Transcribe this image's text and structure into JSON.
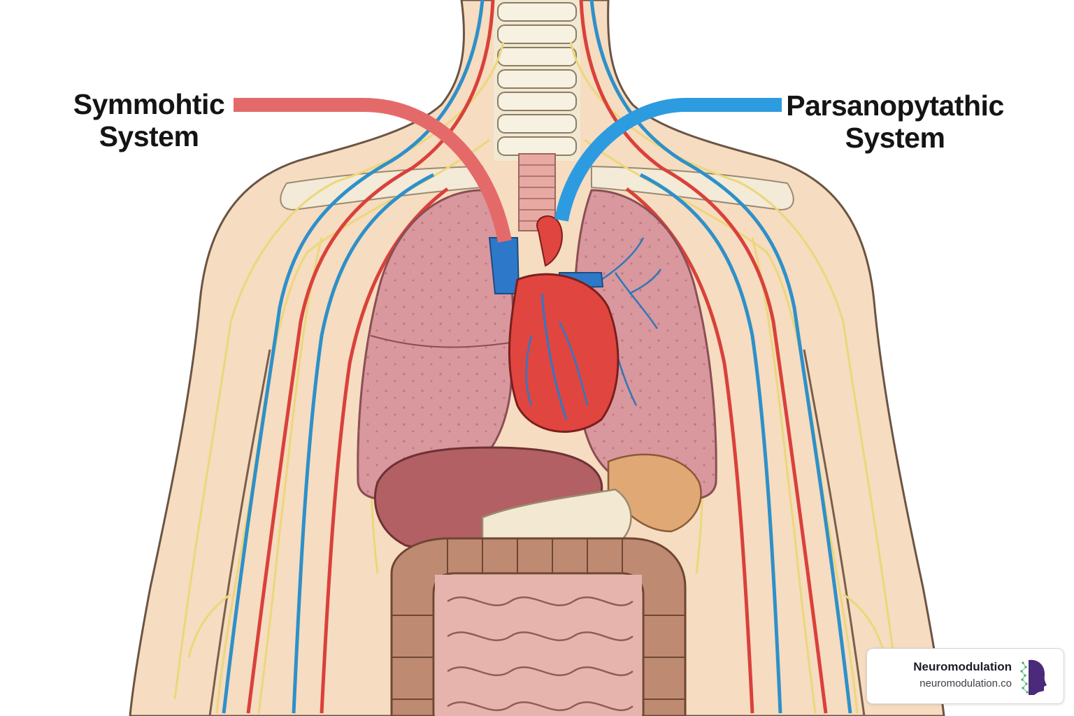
{
  "labels": {
    "left": {
      "line1": "Symmohtic",
      "line2": "System",
      "color": "#e46a6a"
    },
    "right": {
      "line1": "Parsanopytathic",
      "line2": "System",
      "color": "#2d9be0"
    }
  },
  "badge": {
    "title": "Neuromodulation",
    "url": "neuromodulation.co",
    "logo_icon": "head-profile-logo-icon"
  },
  "colors": {
    "skin": "#f6dcc0",
    "nerve_yellow": "#ecd77a",
    "artery_red": "#d9413b",
    "vein_blue": "#2e90c9",
    "lung": "#d9979e",
    "heart": "#e0453f",
    "liver": "#b26063",
    "intestine": "#e7b4ad",
    "colon": "#bf8a72"
  }
}
